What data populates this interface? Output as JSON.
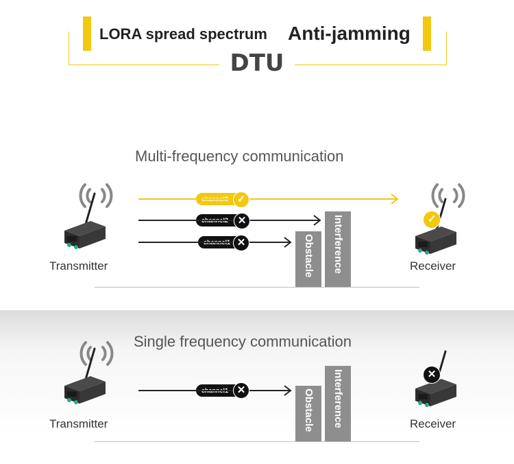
{
  "header": {
    "title_part1": "LORA spread spectrum",
    "title_part2": "Anti-jamming",
    "subtitle": "DTU"
  },
  "colors": {
    "accent": "#f2c811",
    "dark": "#111111",
    "block": "#8e8e8e"
  },
  "multi": {
    "title": "Multi-frequency communication",
    "transmitter_label": "Transmitter",
    "receiver_label": "Receiver",
    "channels": [
      {
        "label": "channel3",
        "status": "ok"
      },
      {
        "label": "channel2",
        "status": "blocked"
      },
      {
        "label": "channel1",
        "status": "blocked"
      }
    ],
    "obstacle_label": "Obstacle",
    "interference_label": "Interference",
    "receiver_status": "ok"
  },
  "single": {
    "title": "Single frequency communication",
    "transmitter_label": "Transmitter",
    "receiver_label": "Receiver",
    "channels": [
      {
        "label": "channel1",
        "status": "blocked"
      }
    ],
    "obstacle_label": "Obstacle",
    "interference_label": "Interference",
    "receiver_status": "failed"
  },
  "icons": {
    "ok": "check-icon",
    "blocked": "x-icon",
    "device": "dtu-device-icon",
    "signal": "signal-waves-icon"
  }
}
